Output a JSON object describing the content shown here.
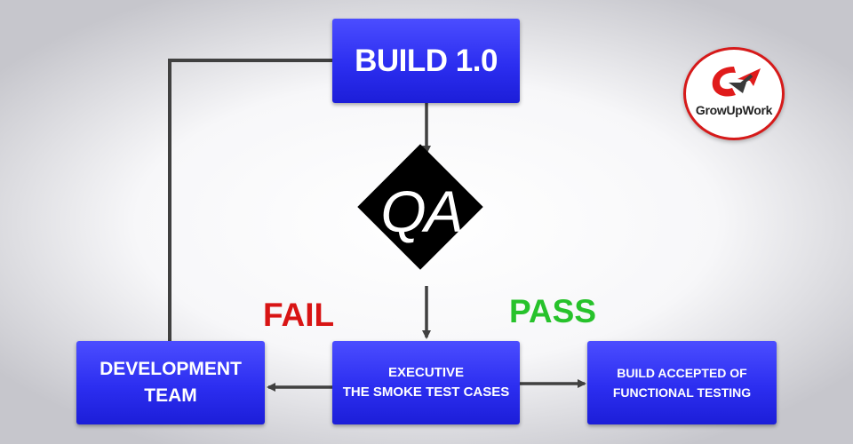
{
  "diagram": {
    "nodes": {
      "build": {
        "label": "BUILD 1.0"
      },
      "qa": {
        "label": "QA"
      },
      "development": {
        "line1": "DEVELOPMENT",
        "line2": "TEAM"
      },
      "execute": {
        "line1": "EXECUTIVE",
        "line2": "THE SMOKE TEST CASES"
      },
      "accepted": {
        "line1": "BUILD ACCEPTED OF",
        "line2": "FUNCTIONAL TESTING"
      }
    },
    "edge_labels": {
      "fail": "FAIL",
      "pass": "PASS"
    },
    "edges": [
      {
        "from": "BUILD 1.0",
        "to": "QA"
      },
      {
        "from": "QA",
        "to": "EXECUTIVE THE SMOKE TEST CASES"
      },
      {
        "from": "EXECUTIVE THE SMOKE TEST CASES",
        "to": "DEVELOPMENT TEAM",
        "label": "FAIL"
      },
      {
        "from": "EXECUTIVE THE SMOKE TEST CASES",
        "to": "BUILD ACCEPTED OF FUNCTIONAL TESTING",
        "label": "PASS"
      },
      {
        "from": "DEVELOPMENT TEAM",
        "to": "BUILD 1.0"
      }
    ]
  },
  "logo": {
    "text": "GrowUpWork",
    "icon": "growupwork-logo-mark"
  },
  "colors": {
    "box_blue": "#2c2ef0",
    "fail_red": "#d81414",
    "pass_green": "#27c22b",
    "connector": "#404040",
    "logo_red": "#d61a1a"
  }
}
